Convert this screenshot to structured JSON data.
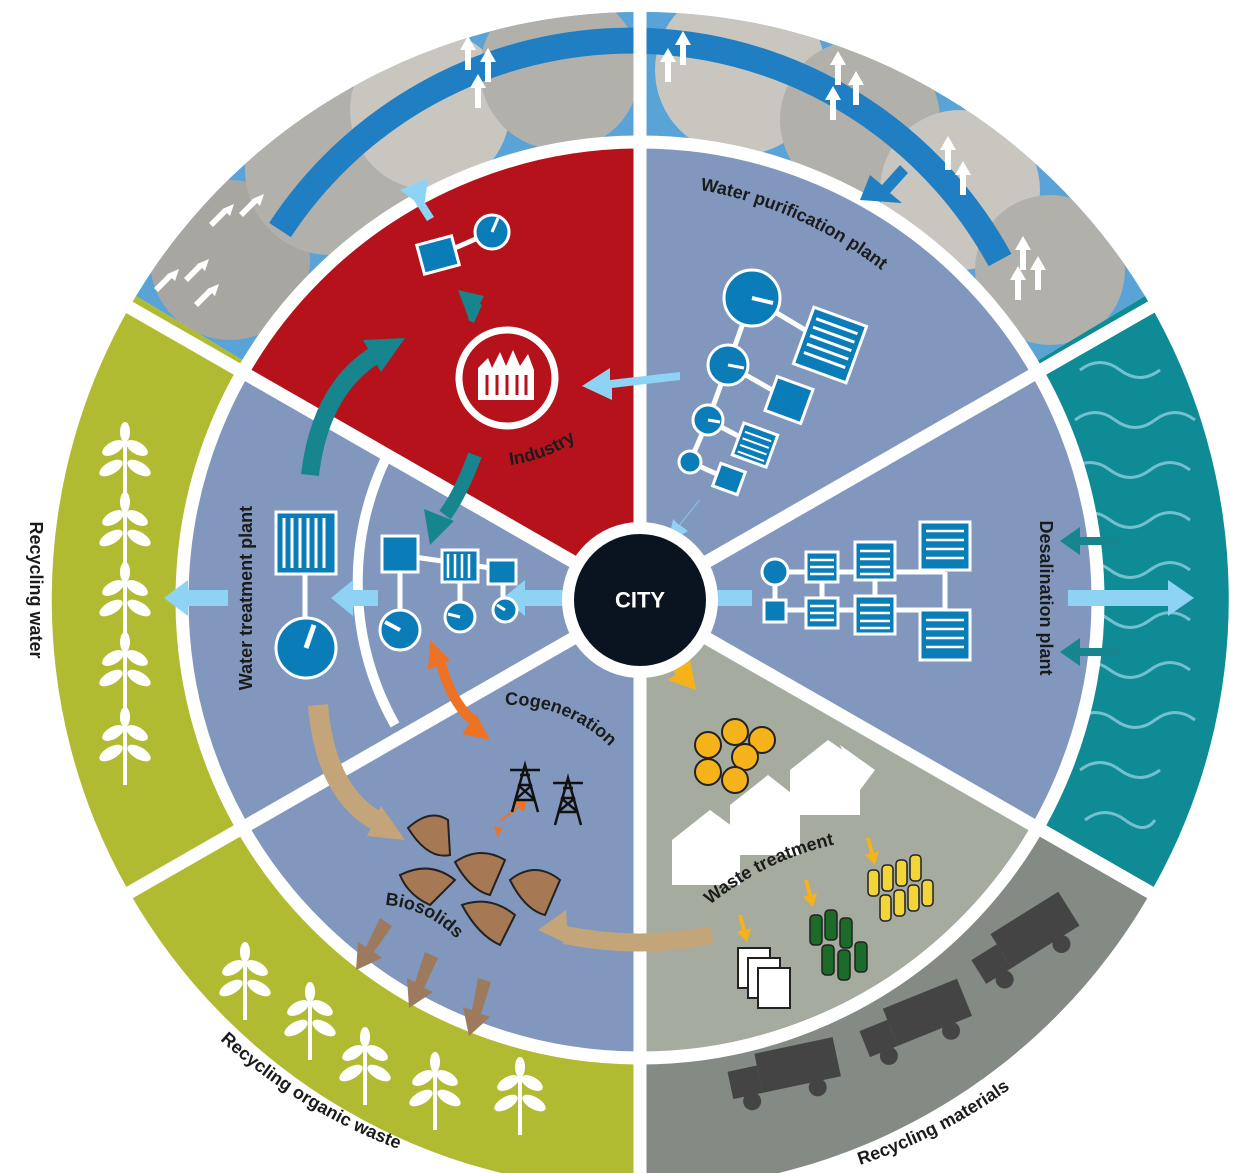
{
  "labels": {
    "city": "CITY",
    "industry": "Industry",
    "water_purification_plant": "Water purification plant",
    "desalination_plant": "Desalination plant",
    "water_treatment_plant": "Water treatment plant",
    "cogeneration": "Cogeneration",
    "waste_treatment": "Waste treatment",
    "biosolids": "Biosolids",
    "recycling_water": "Recycling water",
    "recycling_organic_waste": "Recycling organic waste",
    "recycling_materials": "Recycling materials"
  },
  "colors": {
    "industry_red": "#b5121b",
    "sector_blue_grey": "#8197bd",
    "waste_grey": "#a5ab9f",
    "sky_blue": "#5aa3d6",
    "cloud_grey": "#c9c6c0",
    "sea_teal": "#0f8b95",
    "recycling_green": "#b1bb32",
    "recycling_dark_grey": "#848a84",
    "plant_blue": "#0a7db9",
    "arrow_light_blue": "#8fd3f4",
    "arrow_teal": "#16858d",
    "arrow_orange": "#ee7224",
    "arrow_yellow": "#f6b21a",
    "arrow_tan": "#c4a57a",
    "arrow_brown": "#9d7a5e",
    "city_dark": "#0a1420"
  }
}
